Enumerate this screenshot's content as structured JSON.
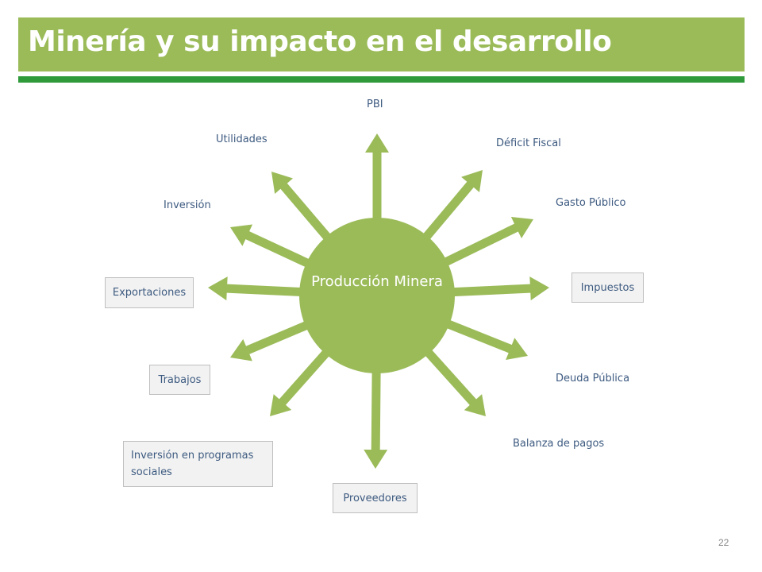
{
  "slide": {
    "title": "Minería y su impacto en el desarrollo",
    "page_number": "22"
  },
  "diagram": {
    "center": "Producción Minera",
    "labels": {
      "pbi": "PBI",
      "deficit_fiscal": "Déficit  Fiscal",
      "gasto_publico": "Gasto Público",
      "impuestos": "Impuestos",
      "deuda_publica": "Deuda  Pública",
      "balanza_pagos": "Balanza de pagos",
      "proveedores": "Proveedores",
      "inversion_programas": "Inversión en programas sociales",
      "trabajos": "Trabajos",
      "exportaciones": "Exportaciones",
      "inversion": "Inversión",
      "utilidades": "Utilidades"
    },
    "colors": {
      "accent": "#9bbb59",
      "rule": "#2e9a3a",
      "label_text": "#3d5a80"
    }
  }
}
